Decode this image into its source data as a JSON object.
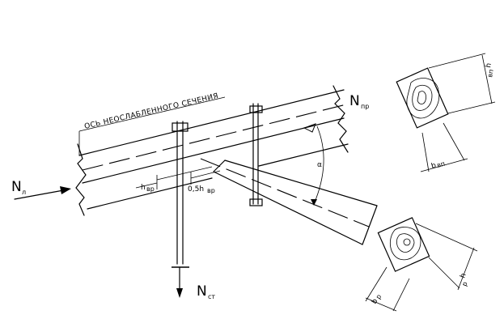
{
  "labels": {
    "axis_caption": "ОСЬ НЕОСЛАБЛЕННОГО СЕЧЕНИЯ",
    "n_left": "N",
    "n_left_sub": "л",
    "n_right": "N",
    "n_right_sub": "пр",
    "n_vertical": "N",
    "n_vertical_sub": "ст",
    "h_vr": "h",
    "h_vr_sub": "вр",
    "half_h_vr": "0,5h",
    "half_h_vr_sub": "вр",
    "angle": "α",
    "upper_section_h": "h",
    "upper_section_h_sub": "вп",
    "upper_section_b": "b",
    "upper_section_b_sub": "вп",
    "lower_section_h": "h",
    "lower_section_h_sub": "р",
    "lower_section_b": "b",
    "lower_section_b_sub": "р"
  }
}
